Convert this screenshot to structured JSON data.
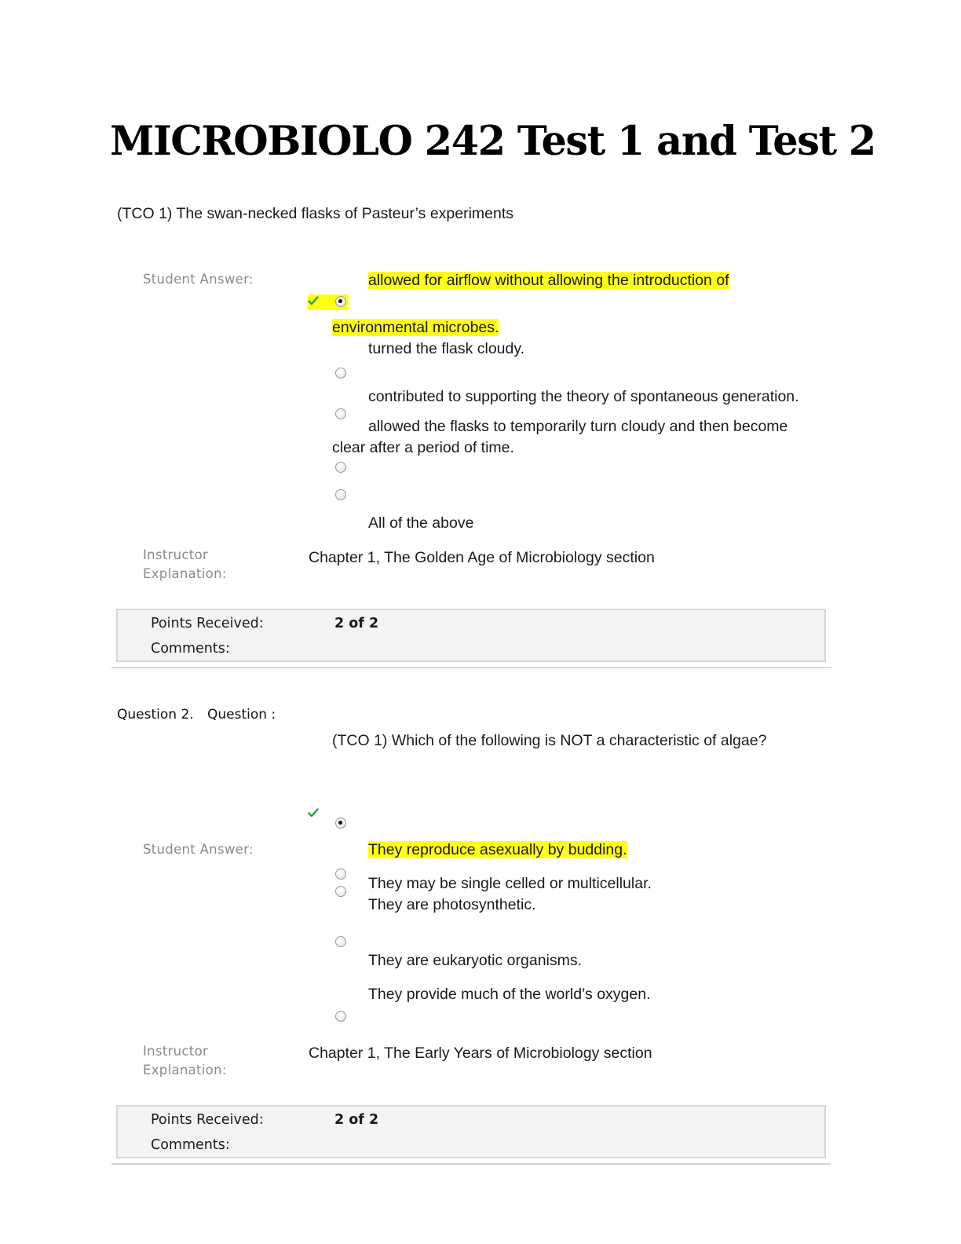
{
  "document": {
    "title": "MICROBIOLO 242 Test 1 and Test 2"
  },
  "labels": {
    "student_answer": "Student Answer:",
    "instructor": "Instructor",
    "explanation": "Explanation:",
    "points_received": "Points Received:",
    "comments": "Comments:"
  },
  "question1": {
    "text": "(TCO 1) The swan-necked flasks of Pasteur’s experiments",
    "options": [
      {
        "line1": "allowed for airflow without allowing the introduction of",
        "line2": "environmental microbes.",
        "selected": true,
        "correct": true
      },
      {
        "line1": "turned the flask cloudy.",
        "selected": false
      },
      {
        "line1": "contributed to supporting the theory of spontaneous generation.",
        "selected": false
      },
      {
        "line1": "allowed the flasks to temporarily turn cloudy and then become",
        "line2": "clear after a period of time.",
        "selected": false
      },
      {
        "line1": "All of the above",
        "selected": false
      }
    ],
    "explanation": "Chapter 1, The Golden Age of Microbiology section",
    "points": "2 of 2"
  },
  "question2": {
    "number_label": "Question 2.",
    "question_label": "Question :",
    "text": "(TCO 1) Which of the following is NOT a characteristic of algae?",
    "options": [
      {
        "line1": "They reproduce asexually by budding.",
        "selected": true,
        "correct": true
      },
      {
        "line1": "They may be single celled or multicellular.",
        "selected": false
      },
      {
        "line1": "They are photosynthetic.",
        "selected": false
      },
      {
        "line1": "They are eukaryotic organisms.",
        "selected": false
      },
      {
        "line1": "They provide much of the world’s oxygen.",
        "selected": false
      }
    ],
    "explanation": "Chapter 1, The Early Years of Microbiology section",
    "points": "2 of 2"
  },
  "colors": {
    "highlight": "#ffff14",
    "check": "#1aa83a",
    "label_gray": "#8a8a8a",
    "box_bg": "#f3f3f3",
    "box_border": "#d6d6d6"
  }
}
